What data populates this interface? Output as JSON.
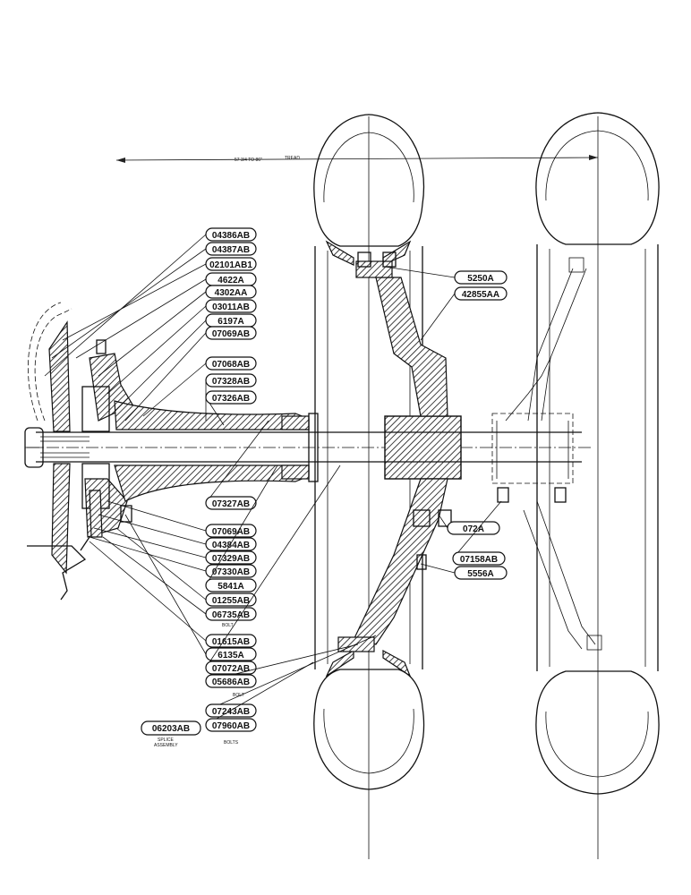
{
  "dimension": {
    "value": "57 3/4 TO 86\"",
    "unit": "TREAD"
  },
  "labels_left": [
    "04386AB",
    "04387AB",
    "02101AB1",
    "4622A",
    "4302AA",
    "03011AB",
    "6197A",
    "07069AB",
    "07068AB",
    "07328AB",
    "07326AB",
    "07327AB",
    "07069AB",
    "04384AB",
    "07329AB",
    "07330AB",
    "5841A",
    "01255AB",
    "06735AB",
    "01615AB",
    "6135A",
    "07072AB",
    "05686AB",
    "07243AB",
    "07960AB"
  ],
  "labels_right": [
    "5250A",
    "42855AA",
    "072A",
    "07158AB",
    "5556A"
  ],
  "label_extra": "06203AB",
  "bolt_notes": [
    "BOLT",
    "BOLT"
  ],
  "bottom_notes": [
    "SPLICE",
    "ASSEMBLY",
    "BOLTS"
  ],
  "colors": {
    "ink": "#111111",
    "paper": "#ffffff"
  }
}
